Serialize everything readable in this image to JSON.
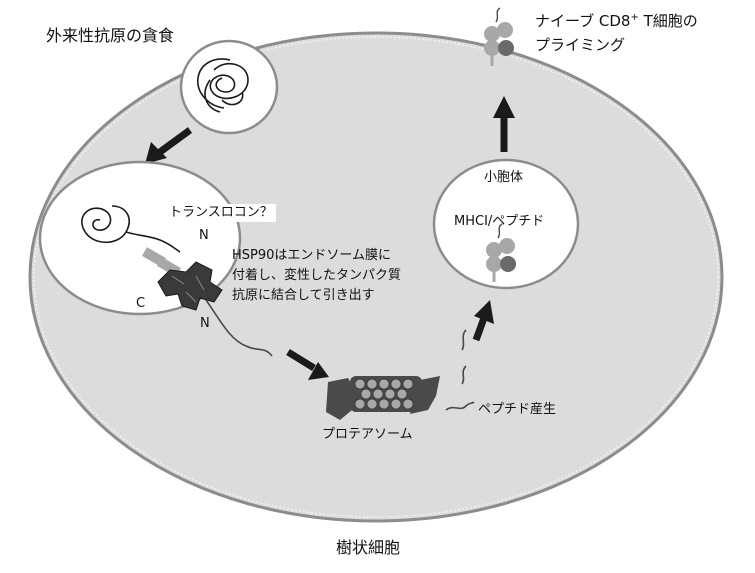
{
  "labels": {
    "phagocytosis": "外来性抗原の貪食",
    "translocon": "トランスロコン？",
    "hsp90_line1": "HSP90はエンドソーム膜に",
    "hsp90_line2": "付着し、変性したタンパク質",
    "hsp90_line3": "抗原に結合して引き出す",
    "n_terminus_upper": "N",
    "n_terminus_lower": "N",
    "c_terminus": "C",
    "proteasome": "プロテアソーム",
    "peptide_production": "ペプチド産生",
    "vesicle": "小胞体",
    "mhc_peptide": "MHCI/ペプチド",
    "priming_line1_a": "ナイーブ CD8",
    "priming_line1_sup": "+",
    "priming_line1_b": " T細胞の",
    "priming_line2": "プライミング",
    "dendritic_cell": "樹状細胞"
  },
  "colors": {
    "cell_fill": "#dcdcdc",
    "cell_border": "#8c8c8c",
    "compartment_fill": "#ffffff",
    "arrow": "#1a1a1a",
    "hsp90": "#3a3a3a",
    "proteasome_body": "#4a4a4a",
    "mhc_light": "#a8a8a8",
    "mhc_dark": "#6a6a6a"
  }
}
